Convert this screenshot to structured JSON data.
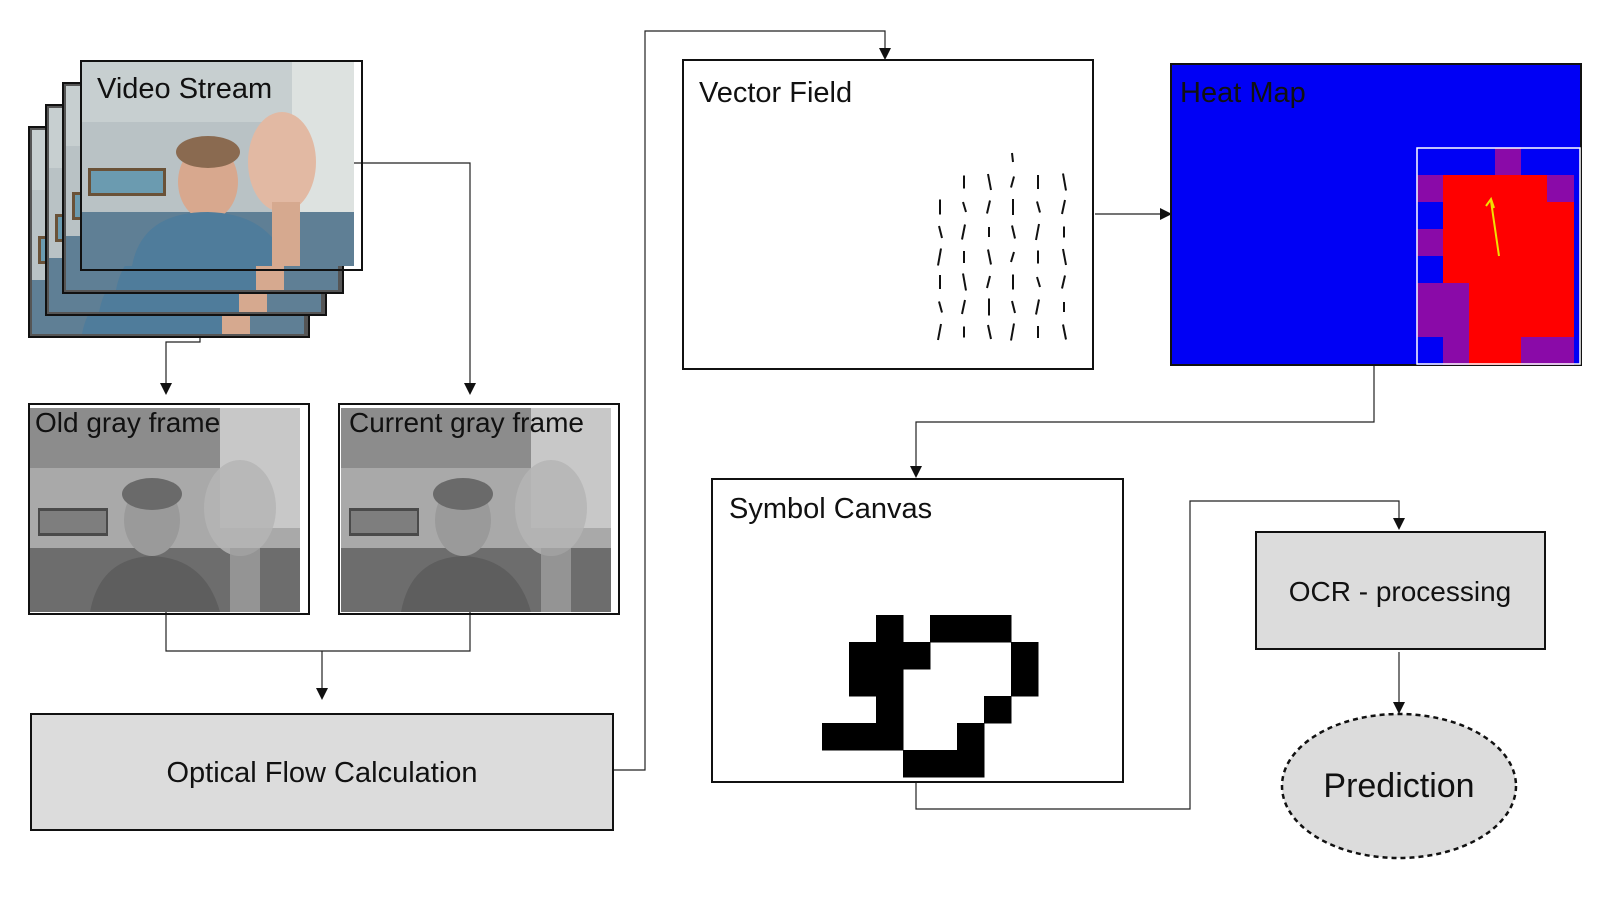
{
  "diagram": {
    "nodes": {
      "video_stream": "Video Stream",
      "old_gray_frame": "Old gray frame",
      "current_gray_frame": "Current gray frame",
      "optical_flow": "Optical Flow Calculation",
      "vector_field": "Vector Field",
      "heat_map": "Heat Map",
      "symbol_canvas": "Symbol Canvas",
      "ocr": "OCR - processing",
      "prediction": "Prediction"
    },
    "colors": {
      "process_fill": "#dcdcdc",
      "heat_cold": "#0000f5",
      "heat_hot": "#ff0000",
      "arrow_yellow": "#f0e000",
      "line": "#222222"
    }
  }
}
